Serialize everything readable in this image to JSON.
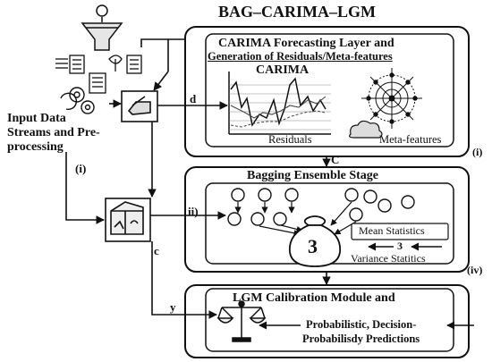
{
  "title": "BAG–CARIMA–LGM",
  "input": {
    "label_lines": [
      "Input Data",
      "Streams and Pre-",
      "processing"
    ],
    "path_label": "(i)"
  },
  "carima": {
    "title_lines": [
      "CARIMA Forecasting Layer and",
      "Generation of Residuals/Meta-features"
    ],
    "chart_title": "CARIMA",
    "residuals_label": "Residuals",
    "meta_label": "Meta-features",
    "tag": "(i)"
  },
  "bagging": {
    "title": "Bagging Ensemble Stage",
    "bag_number": "3",
    "mean_label": "Mean Statistics",
    "arrow_number": "3",
    "variance_label": "Variance Statitics",
    "tag": "(iv)"
  },
  "lgm": {
    "title": "LGM Calibration Module and",
    "output_lines": [
      "Probabilistic, Decision-",
      "Probabilisdy Predictions"
    ]
  },
  "connectors": {
    "d": "d",
    "C": "C",
    "ii": "ii)",
    "c": "c",
    "y": "y"
  },
  "icons": [
    "funnel-icon",
    "gears-icon",
    "leaf-icon",
    "documents-icon",
    "tray-icon",
    "crate-icon",
    "money-bag-icon",
    "scale-icon",
    "network-icon",
    "cloud-icon"
  ]
}
